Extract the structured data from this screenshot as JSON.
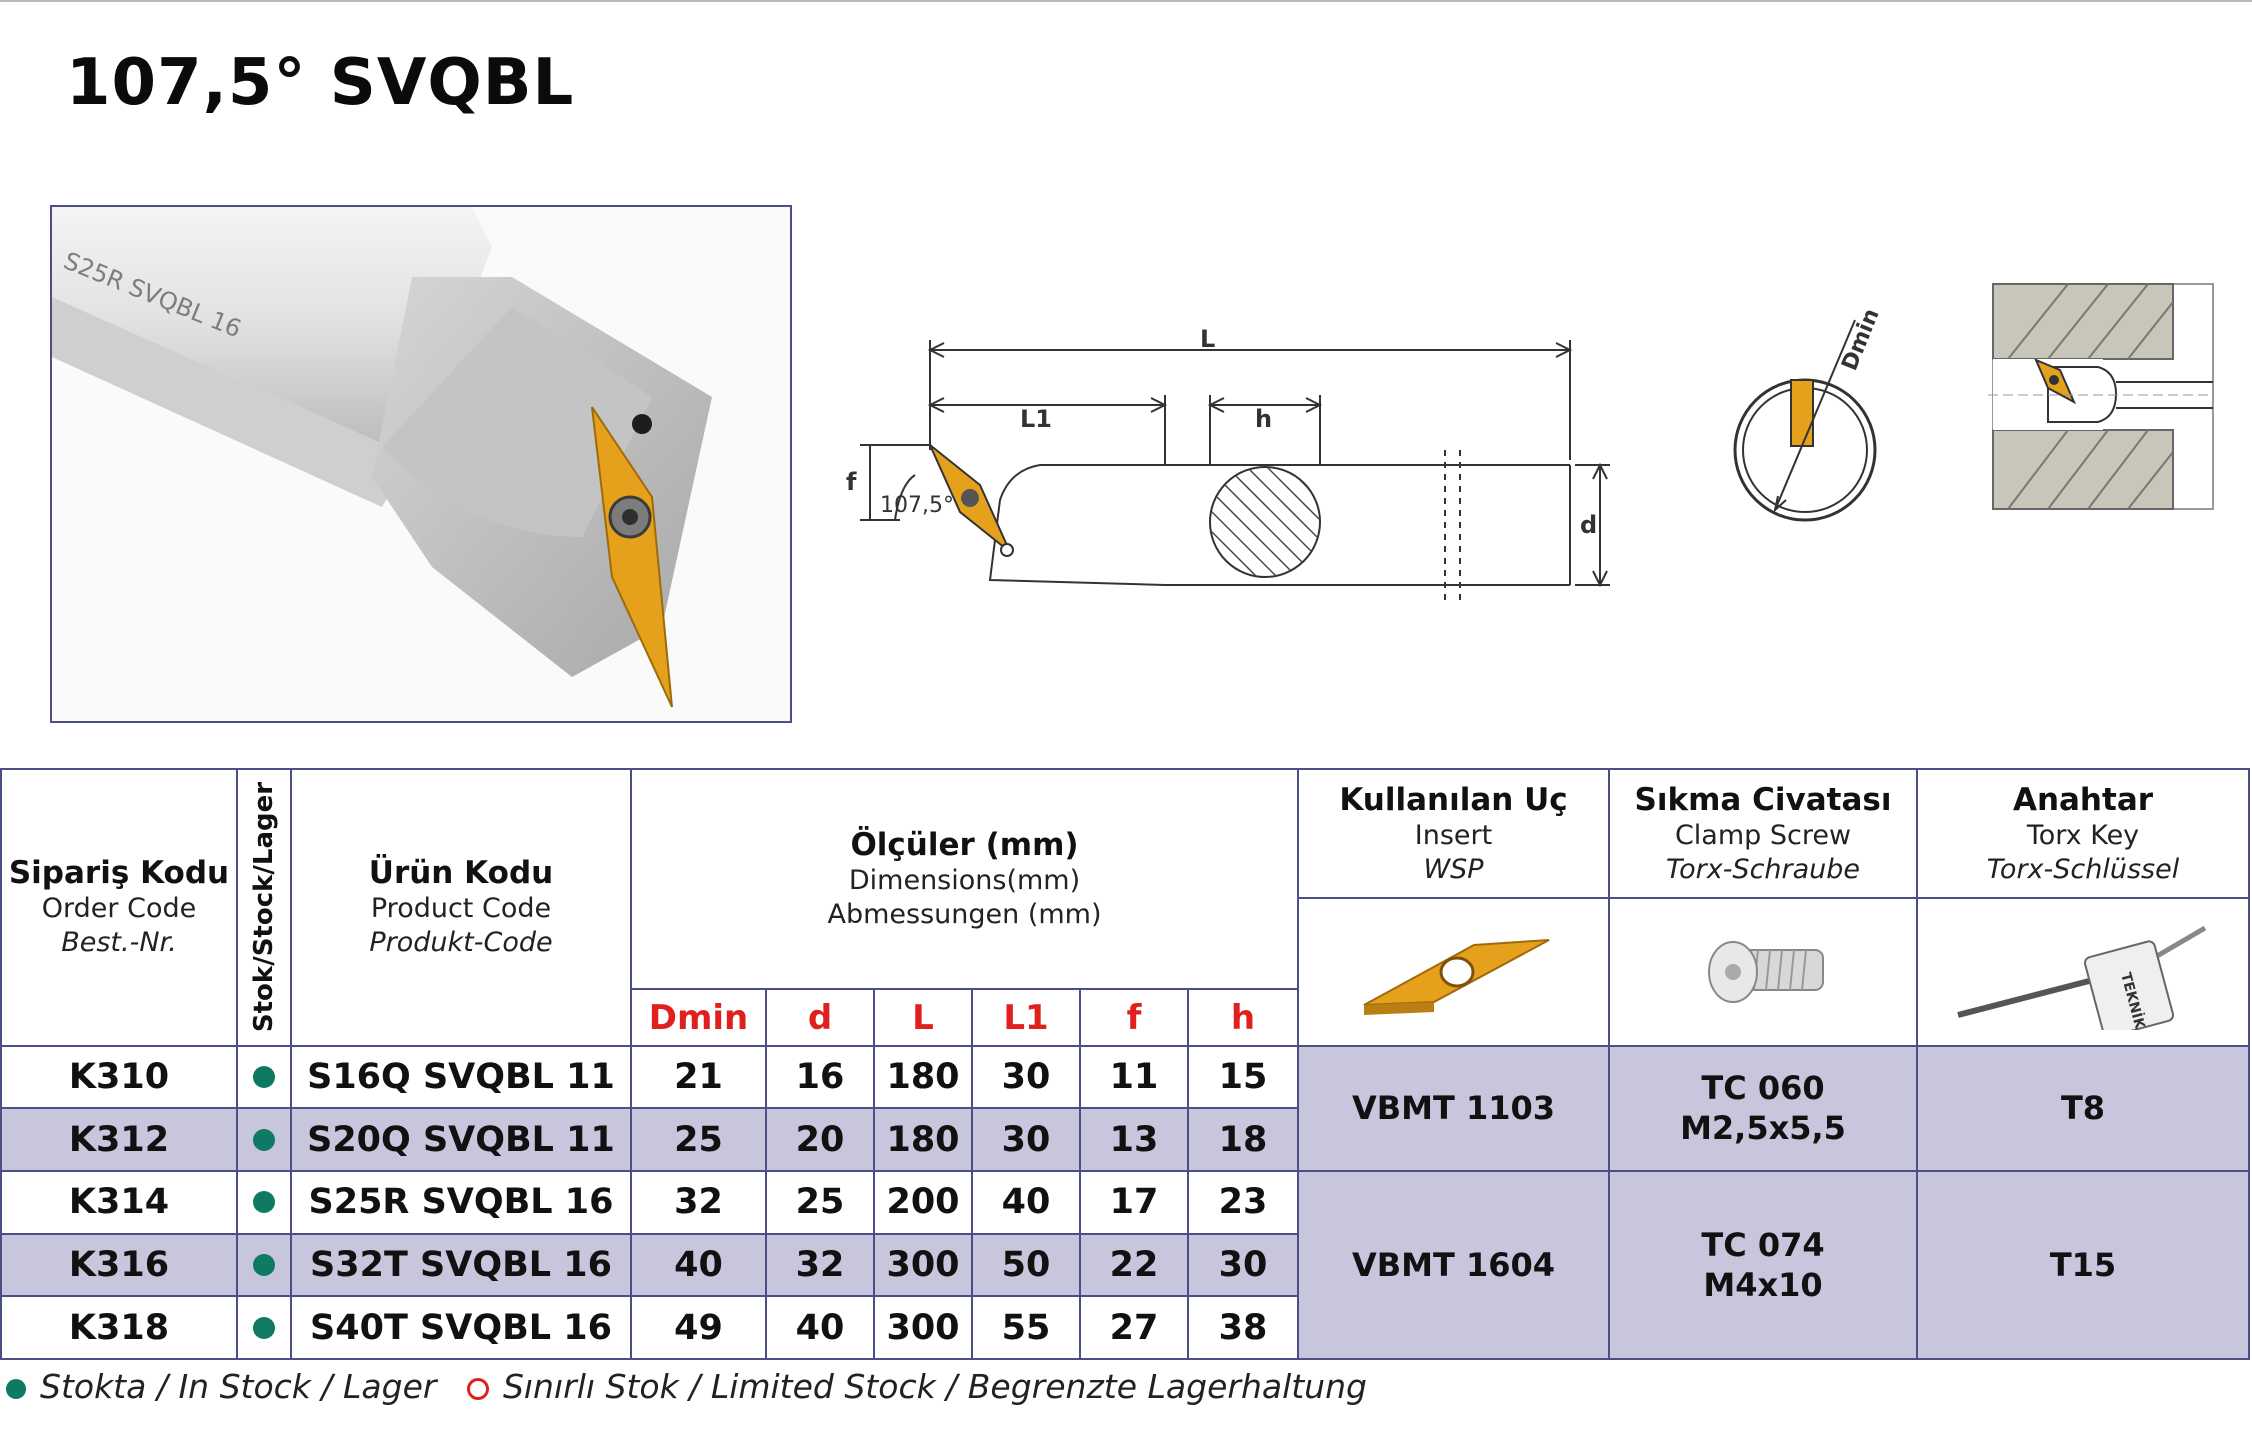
{
  "title": "107,5° SVQBL",
  "photo": {
    "engraving": "S25R SVQBL 16"
  },
  "drawing": {
    "label_L": "L",
    "label_L1": "L1",
    "label_h": "h",
    "label_f": "f",
    "label_d": "d",
    "label_angle": "107,5°",
    "label_dmin": "Dmin"
  },
  "table": {
    "order_code": {
      "main": "Sipariş Kodu",
      "en": "Order Code",
      "de": "Best.-Nr."
    },
    "stock": "Stok/Stock/Lager",
    "product_code": {
      "main": "Ürün Kodu",
      "en": "Product Code",
      "de": "Produkt-Code"
    },
    "dimensions": {
      "main": "Ölçüler (mm)",
      "en": "Dimensions(mm)",
      "de": "Abmessungen (mm)"
    },
    "insert": {
      "main": "Kullanılan Uç",
      "en": "Insert",
      "de": "WSP"
    },
    "clamp_screw": {
      "main": "Sıkma Civatası",
      "en": "Clamp Screw",
      "de": "Torx-Schraube"
    },
    "key": {
      "main": "Anahtar",
      "en": "Torx Key",
      "de": "Torx-Schlüssel"
    },
    "key_label": "TEKNİK",
    "dim_columns": [
      "Dmin",
      "d",
      "L",
      "L1",
      "f",
      "h"
    ],
    "rows": [
      {
        "order": "K310",
        "product": "S16Q SVQBL 11",
        "dims": [
          "21",
          "16",
          "180",
          "30",
          "11",
          "15"
        ]
      },
      {
        "order": "K312",
        "product": "S20Q SVQBL 11",
        "dims": [
          "25",
          "20",
          "180",
          "30",
          "13",
          "18"
        ]
      },
      {
        "order": "K314",
        "product": "S25R SVQBL 16",
        "dims": [
          "32",
          "25",
          "200",
          "40",
          "17",
          "23"
        ]
      },
      {
        "order": "K316",
        "product": "S32T SVQBL 16",
        "dims": [
          "40",
          "32",
          "300",
          "50",
          "22",
          "30"
        ]
      },
      {
        "order": "K318",
        "product": "S40T SVQBL 16",
        "dims": [
          "49",
          "40",
          "300",
          "55",
          "27",
          "38"
        ]
      }
    ],
    "groups": [
      {
        "insert": "VBMT 1103",
        "screw_1": "TC 060",
        "screw_2": "M2,5x5,5",
        "key": "T8"
      },
      {
        "insert": "VBMT 1604",
        "screw_1": "TC 074",
        "screw_2": "M4x10",
        "key": "T15"
      }
    ]
  },
  "legend": {
    "in_stock": "Stokta / In Stock / Lager",
    "limited": "Sınırlı Stok / Limited Stock / Begrenzte Lagerhaltung"
  },
  "colors": {
    "border": "#4a4f86",
    "shade": "#c8c6dd",
    "accent_red": "#e0201e",
    "stock_green": "#0e7a63",
    "insert_gold": "#e6a11c"
  }
}
